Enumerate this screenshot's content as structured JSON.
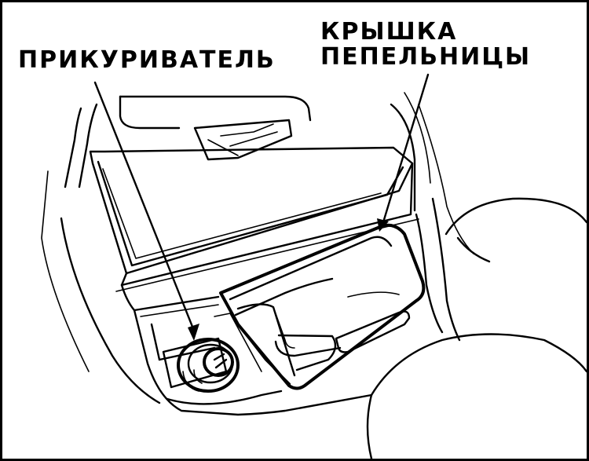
{
  "labels": {
    "lighter": "ПРИКУРИВАТЕЛЬ",
    "ashtray_cover_line1": "КРЫШКА",
    "ashtray_cover_line2": "ПЕПЕЛЬНИЦЫ"
  },
  "colors": {
    "ink": "#000000",
    "paper": "#ffffff"
  }
}
